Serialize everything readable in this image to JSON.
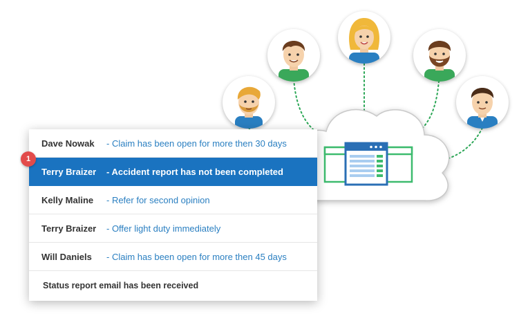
{
  "notifications": [
    {
      "name": "Dave Nowak",
      "message": "- Claim has been open for more then 30 days",
      "active": false
    },
    {
      "name": "Terry Braizer",
      "message": "- Accident report has not been completed",
      "active": true
    },
    {
      "name": "Kelly Maline",
      "message": "- Refer for second opinion",
      "active": false
    },
    {
      "name": "Terry Braizer",
      "message": "- Offer light duty immediately",
      "active": false
    },
    {
      "name": "Will Daniels",
      "message": "- Claim has been open for more then 45 days",
      "active": false
    }
  ],
  "footer": {
    "text": "Status report email has been received"
  },
  "badge": {
    "count": "1",
    "color": "#e24b4b"
  },
  "colors": {
    "accent": "#1a73c0",
    "link": "#2a7fc1",
    "connector": "#2aa655",
    "app_green": "#3dbb6e",
    "app_blue": "#2a6fb5"
  },
  "network": {
    "center": "cloud-icon",
    "app": "browser-window-icon",
    "people": [
      "avatar-man-beard-blond",
      "avatar-man-brown-hair",
      "avatar-woman-blonde",
      "avatar-man-full-beard",
      "avatar-man-dark-hair"
    ]
  }
}
